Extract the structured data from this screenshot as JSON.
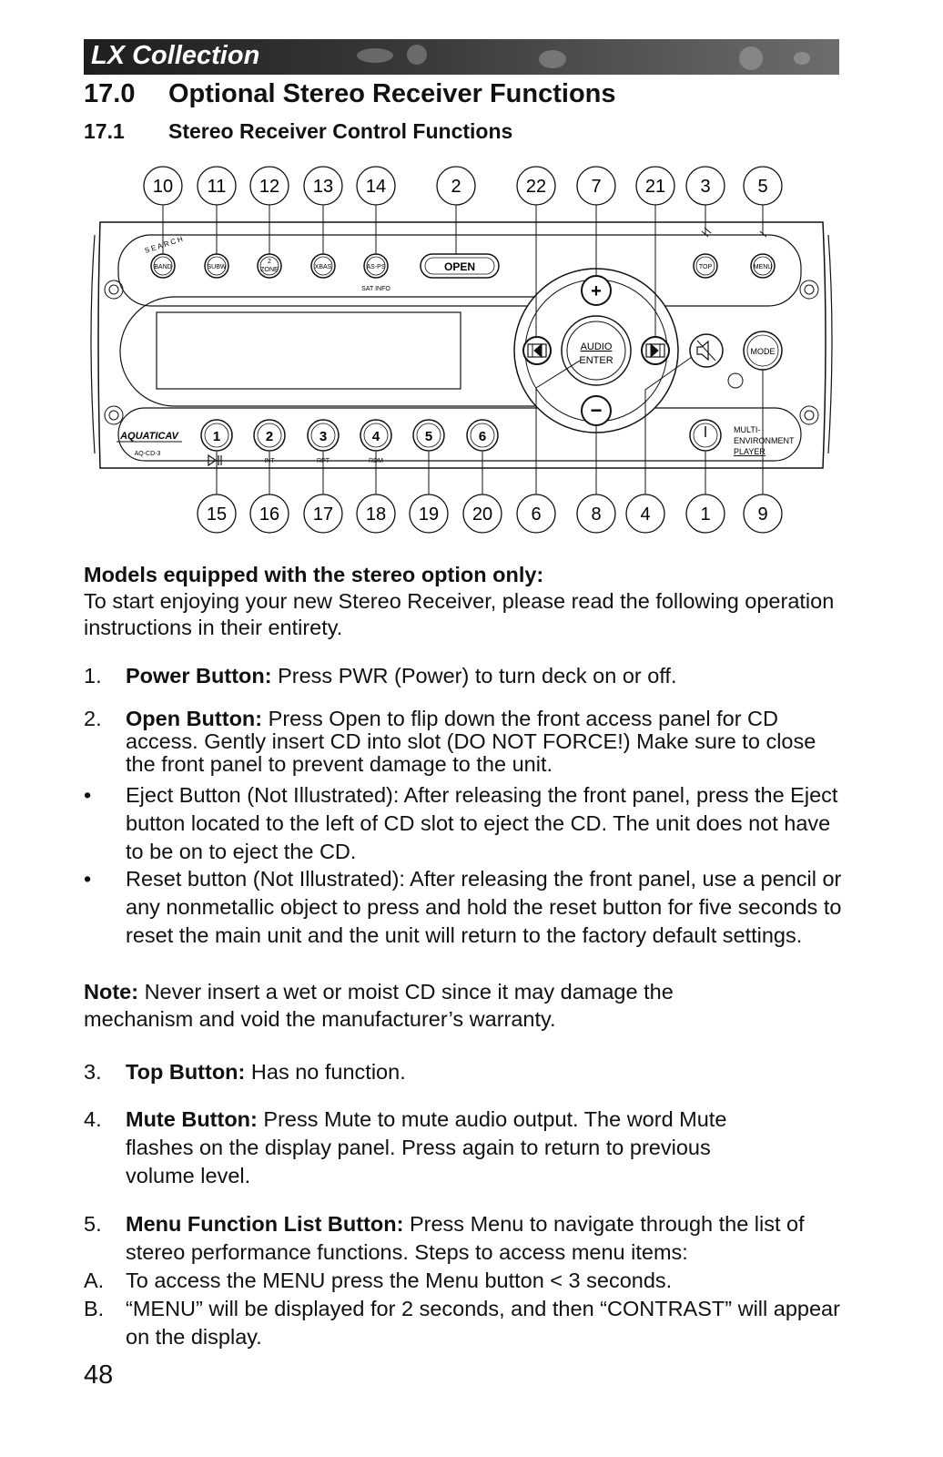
{
  "header": {
    "collection": "LX Collection"
  },
  "section": {
    "number": "17.0",
    "title": "Optional Stereo Receiver Functions"
  },
  "subsection": {
    "number": "17.1",
    "title": "Stereo Receiver Control Functions"
  },
  "diagram": {
    "top_callouts": [
      "10",
      "11",
      "12",
      "13",
      "14",
      "2",
      "22",
      "7",
      "21",
      "3",
      "5"
    ],
    "bottom_callouts": [
      "15",
      "16",
      "17",
      "18",
      "19",
      "20",
      "6",
      "8",
      "4",
      "1",
      "9"
    ],
    "labels": {
      "search": "SEARCH",
      "band": "BAND",
      "subw": "SUBW",
      "zone_num": "2",
      "zone": "ZONE",
      "xbas": "XBAS",
      "asps": "AS-PS",
      "sat_info": "SAT INFO",
      "open": "OPEN",
      "top": "TOP",
      "menu": "MENU",
      "audio": "AUDIO",
      "enter": "ENTER",
      "mode": "MODE",
      "brand": "AQUATICAV",
      "model": "AQ-CD-3",
      "presets": [
        "1",
        "2",
        "3",
        "4",
        "5",
        "6"
      ],
      "int": "INT",
      "rpt": "RPT",
      "rdm": "RDM",
      "multi1": "MULTI-",
      "multi2": "ENVIRONMENT",
      "multi3": "PLAYER"
    }
  },
  "intro": {
    "heading": "Models equipped with the stereo option only:",
    "text": "To start enjoying your new Stereo Receiver, please read the following operation instructions in their entirety."
  },
  "items": {
    "power": {
      "marker": "1.",
      "label": "Power Button:",
      "text": " Press PWR (Power) to turn deck on or off."
    },
    "open": {
      "marker": "2.",
      "label": "Open Button:",
      "text": " Press Open to flip down the front access panel for CD access. Gently insert CD into slot (DO NOT FORCE!) Make sure to close the front panel to prevent damage to the unit."
    },
    "eject": {
      "marker": "•",
      "text": "Eject Button (Not Illustrated): After releasing the front panel, press the Eject button located to the left of CD slot to eject the CD. The unit does not have to be on to eject the CD."
    },
    "reset": {
      "marker": "•",
      "text": "Reset button (Not Illustrated): After releasing the front panel, use a pencil or any nonmetallic object to press and hold the reset button for five seconds to reset the main unit and the unit will return to the factory default settings."
    },
    "note": {
      "label": "Note:",
      "text": " Never insert a wet or moist CD since it may damage the mechanism and void the manufacturer’s warranty."
    },
    "top": {
      "marker": "3.",
      "label": "Top Button:",
      "text": " Has no function."
    },
    "mute": {
      "marker": "4.",
      "label": "Mute Button:",
      "text": " Press Mute to mute audio output. The word Mute flashes on the display panel. Press again to return to previous volume level."
    },
    "menu": {
      "marker": "5.",
      "label": "Menu Function List Button:",
      "text": " Press Menu to navigate through the list of stereo performance functions. Steps to access menu items:"
    },
    "step_a": {
      "marker": "A.",
      "text": "To access the MENU press the Menu button < 3 seconds."
    },
    "step_b": {
      "marker": "B.",
      "text": "“MENU” will be displayed for 2 seconds, and then “CONTRAST” will appear on the display."
    }
  },
  "page_number": "48"
}
